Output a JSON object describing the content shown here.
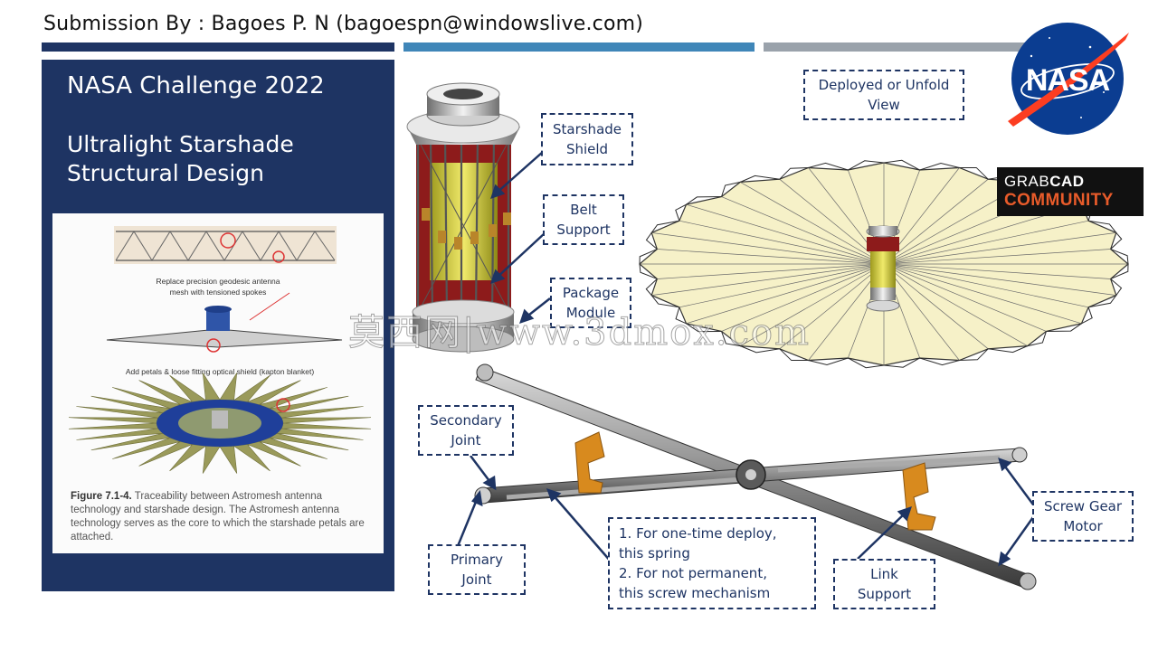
{
  "header": {
    "submission": "Submission By : Bagoes P. N (bagoespn@windowslive.com)"
  },
  "left_panel": {
    "title": "NASA Challenge 2022",
    "subtitle_line1": "Ultralight Starshade",
    "subtitle_line2": "Structural Design",
    "figure": {
      "label1_line1": "Replace precision geodesic antenna",
      "label1_line2": "mesh with tensioned spokes",
      "label2": "Add petals & loose fitting optical shield (kapton blanket)",
      "caption_prefix": "Figure 7.1-4.",
      "caption_text": "Traceability between Astromesh antenna technology and starshade design. The Astromesh antenna technology serves as the core to which the starshade petals are attached."
    }
  },
  "callouts": {
    "starshade_shield": [
      "Starshade",
      "Shield"
    ],
    "belt_support": [
      "Belt",
      "Support"
    ],
    "package_module": [
      "Package",
      "Module"
    ],
    "deployed_view": [
      "Deployed or Unfold",
      "View"
    ],
    "secondary_joint": [
      "Secondary",
      "Joint"
    ],
    "primary_joint": [
      "Primary",
      "Joint"
    ],
    "spring_note": [
      "1. For one-time deploy,",
      "this spring",
      "2. For not permanent,",
      "this screw mechanism"
    ],
    "link_support": [
      "Link",
      "Support"
    ],
    "screw_gear_motor": [
      "Screw Gear",
      "Motor"
    ]
  },
  "logos": {
    "nasa": "NASA",
    "grabcad_part1": "GRAB",
    "grabcad_part2": "CAD",
    "grabcad_community": "COMMUNITY"
  },
  "watermark": "莫西网|www.3dmox.com",
  "colors": {
    "navy": "#1e3463",
    "blue_bar": "#3f86b8",
    "grey_bar": "#9aa2ab",
    "nasa_blue": "#0b3d91",
    "nasa_red": "#fc3d21",
    "grabcad_orange": "#e85b2a"
  }
}
